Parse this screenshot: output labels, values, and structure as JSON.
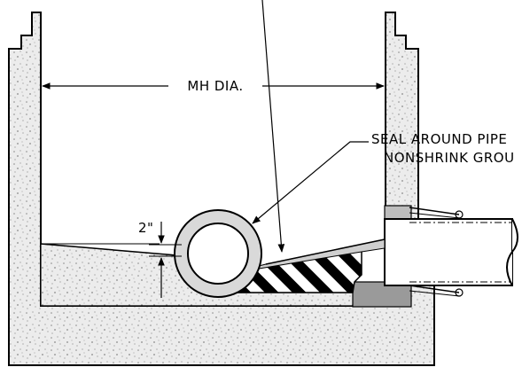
{
  "labels": {
    "mh_dia": "MH DIA.",
    "seal_line1": "SEAL AROUND PIPE",
    "seal_line2": "NONSHRINK GROU",
    "dim_2in": "2\""
  },
  "colors": {
    "concrete": "#ececec",
    "concrete_speckle": "#8a8a8a",
    "grout": "#d4d4d4",
    "hatch_band": "#8a8a8a",
    "ink": "#000000"
  }
}
